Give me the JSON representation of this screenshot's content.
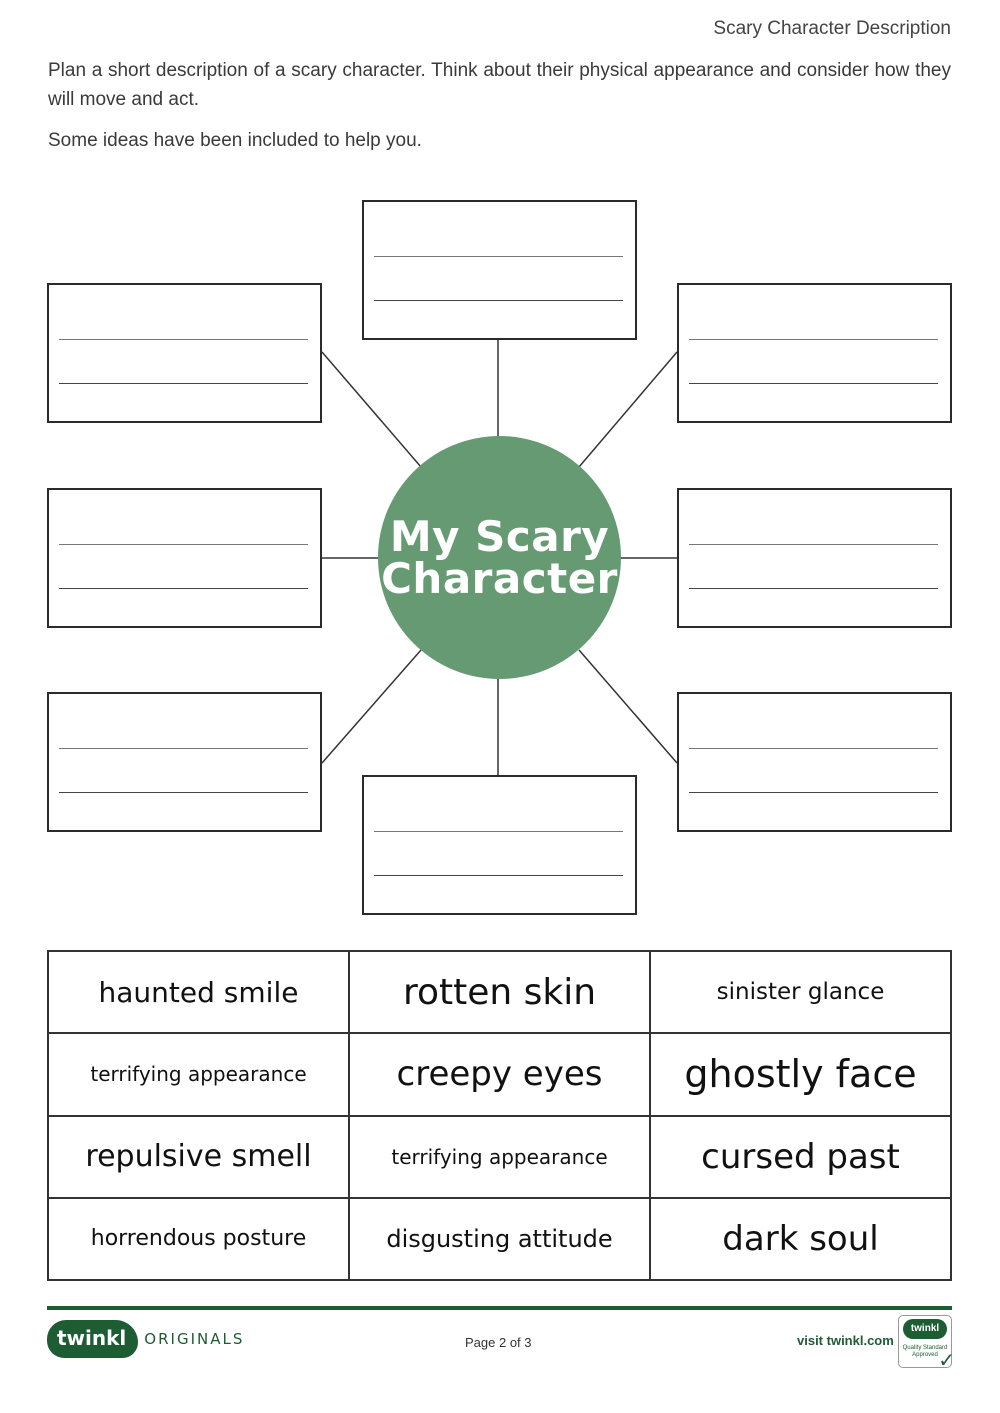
{
  "header": {
    "title": "Scary Character Description"
  },
  "intro": {
    "instructions": "Plan a short description of a scary character. Think about their physical appearance and consider how they will move and act.",
    "hint": "Some ideas have been included to help you."
  },
  "mind_map": {
    "center_label_line1": "My Scary",
    "center_label_line2": "Character",
    "center_color": "#669a72",
    "boxes": [
      {
        "position": "top",
        "lines": 2
      },
      {
        "position": "top-left",
        "lines": 2
      },
      {
        "position": "top-right",
        "lines": 2
      },
      {
        "position": "middle-left",
        "lines": 2
      },
      {
        "position": "middle-right",
        "lines": 2
      },
      {
        "position": "bottom-left",
        "lines": 2
      },
      {
        "position": "bottom-right",
        "lines": 2
      },
      {
        "position": "bottom",
        "lines": 2
      }
    ]
  },
  "word_bank": {
    "rows": [
      [
        "haunted smile",
        "rotten skin",
        "sinister glance"
      ],
      [
        "terrifying appearance",
        "creepy eyes",
        "ghostly face"
      ],
      [
        "repulsive smell",
        "terrifying appearance",
        "cursed past"
      ],
      [
        "horrendous posture",
        "disgusting attitude",
        "dark soul"
      ]
    ]
  },
  "footer": {
    "logo_text": "twinkl",
    "logo_suffix": "ORIGINALS",
    "page_label": "Page 2 of 3",
    "visit_label": "visit twinkl.com",
    "badge_logo": "twinkl",
    "badge_text_line1": "Quality Standard",
    "badge_text_line2": "Approved",
    "brand_color": "#1e5c34"
  }
}
